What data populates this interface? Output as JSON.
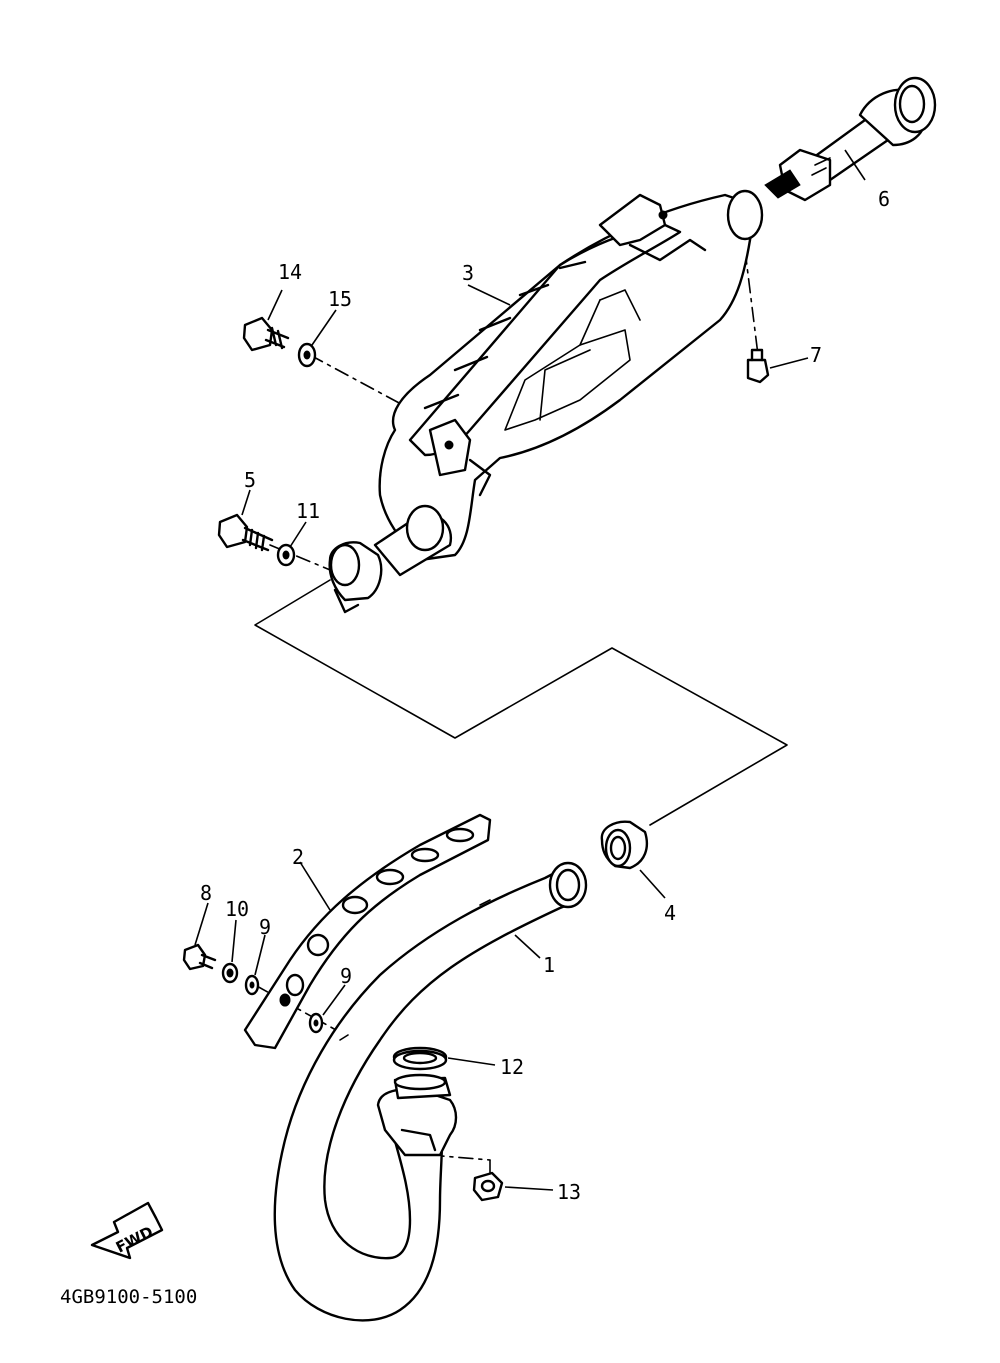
{
  "diagram": {
    "part_code": "4GB9100-5100",
    "direction_label": "FWD",
    "callouts": [
      {
        "id": "1",
        "text": "1"
      },
      {
        "id": "2",
        "text": "2"
      },
      {
        "id": "3",
        "text": "3"
      },
      {
        "id": "4",
        "text": "4"
      },
      {
        "id": "5",
        "text": "5"
      },
      {
        "id": "6",
        "text": "6"
      },
      {
        "id": "7",
        "text": "7"
      },
      {
        "id": "8",
        "text": "8"
      },
      {
        "id": "9a",
        "text": "9"
      },
      {
        "id": "9b",
        "text": "9"
      },
      {
        "id": "10",
        "text": "10"
      },
      {
        "id": "11",
        "text": "11"
      },
      {
        "id": "12",
        "text": "12"
      },
      {
        "id": "13",
        "text": "13"
      },
      {
        "id": "14",
        "text": "14"
      },
      {
        "id": "15",
        "text": "15"
      }
    ]
  }
}
